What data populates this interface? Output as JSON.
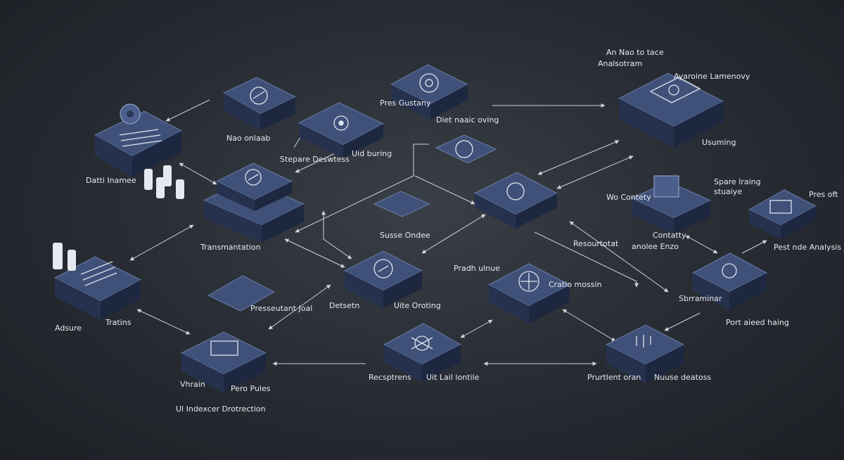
{
  "colors": {
    "node_top": "#3f5178",
    "edge": "#cfd4dc",
    "text": "#e6e9ef"
  },
  "labels": {
    "tl_top": "An Nao to tace",
    "tl_top2": "Analsotram",
    "r_top": "Ayaroine Lamenovy",
    "usuming": "Usuming",
    "pres_gustany": "Pres Gustany",
    "diet_nauc_oving": "Diet naaic oving",
    "nao_onlaab": "Nao onlaab",
    "stepare_deswtess": "Stepare Deswtess",
    "uid_buring": "Uid buring",
    "data_namee": "Datti Inamee",
    "transmission": "Transmantation",
    "susse_ondee": "Susse Ondee",
    "wo_contety": "Wo Contety",
    "spare_lraing": "Spare lraing",
    "stuaiye": "stuaiye",
    "contatty": "Contatty",
    "anoiea_enzo": "anolee Enzo",
    "pres_oft": "Pres oft",
    "pest_nde_analysis": "Pest nde Analysis",
    "resourtotat": "Resourtotat",
    "adisure": "Adsure",
    "trattins": "Tratins",
    "pressuvtance": "Presseutant Joal",
    "detsetn": "Detsetn",
    "uite_oroting": "Uite Oroting",
    "pradh_ulnue": "Pradh ulnue",
    "cratia_mossin": "Cratio mossin",
    "sbrraminar": "Sbrraminar",
    "port_aieed_hiang": "Port aieed haing",
    "vhrain": "Vhrain",
    "pero_pulies": "Pero Pules",
    "ul_indexcer": "Ul Indexcer Drotrection",
    "recsptrens": "Recsptrens",
    "uit_lail_lontile": "Uit Lail lontile",
    "prurtlent_oran": "Prurtlent oran",
    "nuuse_deatos": "Nuuse deatoss"
  }
}
